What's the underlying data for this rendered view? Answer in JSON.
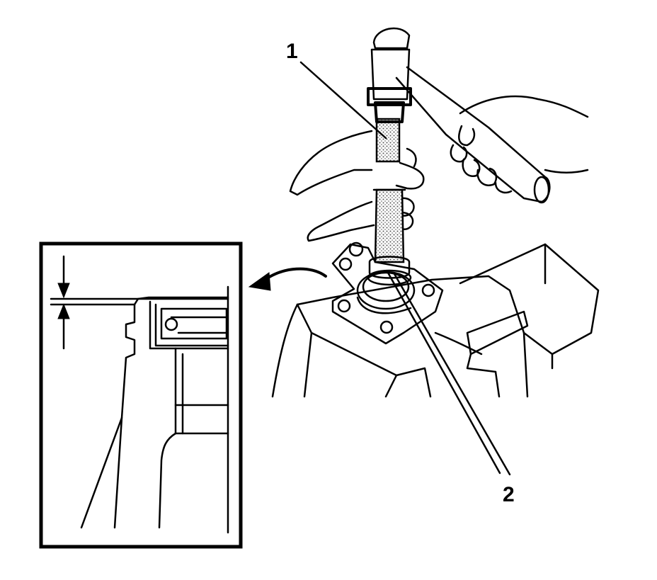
{
  "callouts": [
    {
      "id": "1",
      "label": "1"
    },
    {
      "id": "2",
      "label": "2"
    }
  ],
  "colors": {
    "ink": "#000000",
    "background": "#ffffff",
    "stipple": "#777777"
  },
  "icons": [
    "hammer-icon",
    "seal-installer-tool-icon",
    "curved-arrow-icon",
    "dimension-arrows-icon"
  ]
}
